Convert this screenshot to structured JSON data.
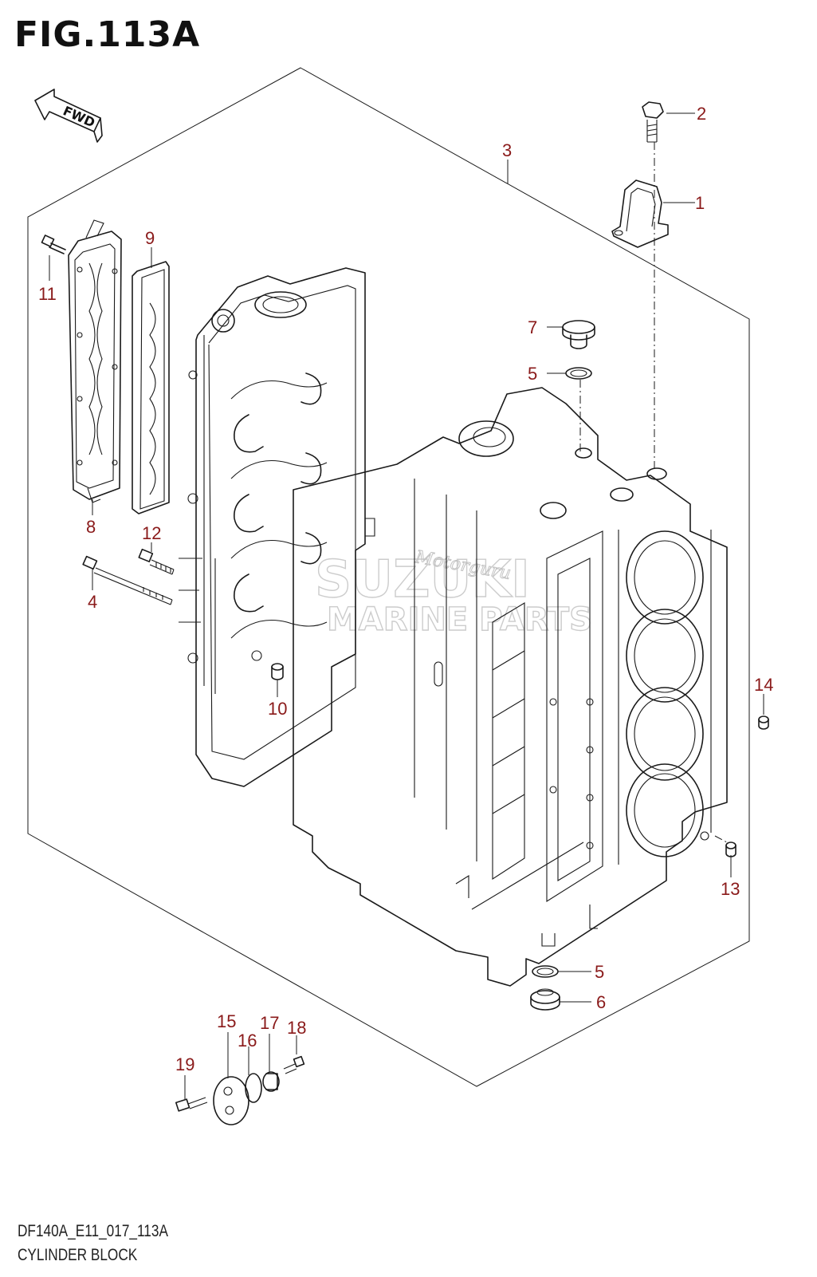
{
  "figure": {
    "title": "FIG.113A",
    "model_code": "DF140A_E11_017_113A",
    "name": "CYLINDER BLOCK",
    "fwd_label": "FWD"
  },
  "watermark": {
    "brand": "SUZUKI",
    "sub": "MARINE PARTS",
    "script": "Motorguru"
  },
  "callouts": [
    "1",
    "2",
    "3",
    "4",
    "5",
    "5",
    "6",
    "7",
    "8",
    "9",
    "10",
    "11",
    "12",
    "13",
    "14",
    "15",
    "16",
    "17",
    "18",
    "19"
  ],
  "colors": {
    "callout": "#8a1a1a",
    "line": "#1a1a1a",
    "watermark": "#c7c7c7"
  }
}
